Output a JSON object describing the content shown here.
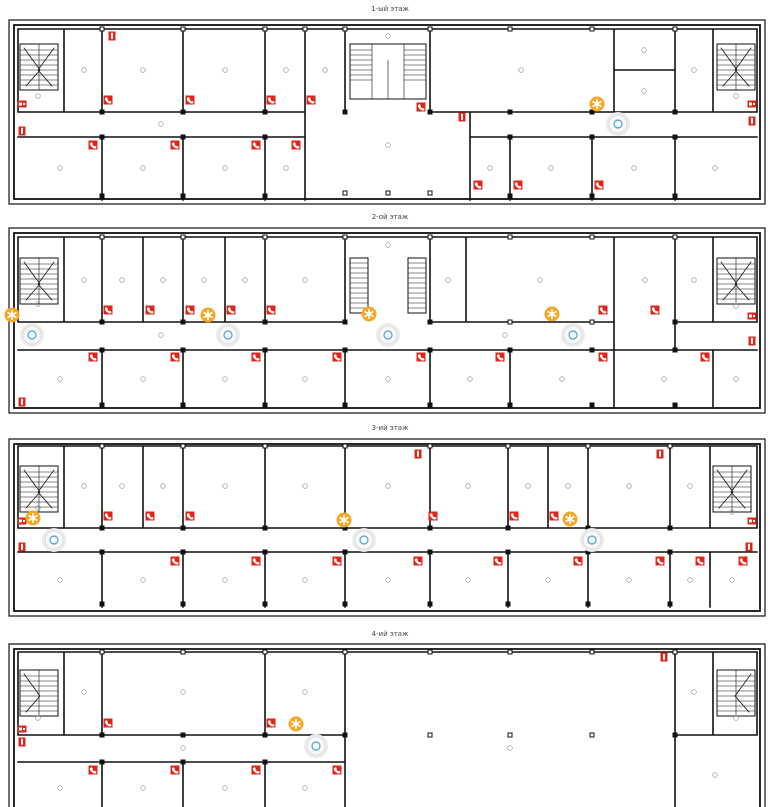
{
  "floors": [
    {
      "title": "1-ый этаж"
    },
    {
      "title": "2-ой этаж"
    },
    {
      "title": "3-ий этаж"
    },
    {
      "title": "4-ий этаж"
    }
  ],
  "icons": {
    "access_point": "wifi-access-point-icon",
    "alarm": "fire-alarm-asterisk-icon",
    "phone": "red-phone-icon",
    "extinguisher": "fire-extinguisher-icon",
    "hydrant": "fire-hydrant-icon"
  },
  "colors": {
    "wall": "#111111",
    "phone_marker": "#e1251b",
    "alarm_marker": "#f5a623",
    "access_point_ring": "#4aa3df"
  }
}
